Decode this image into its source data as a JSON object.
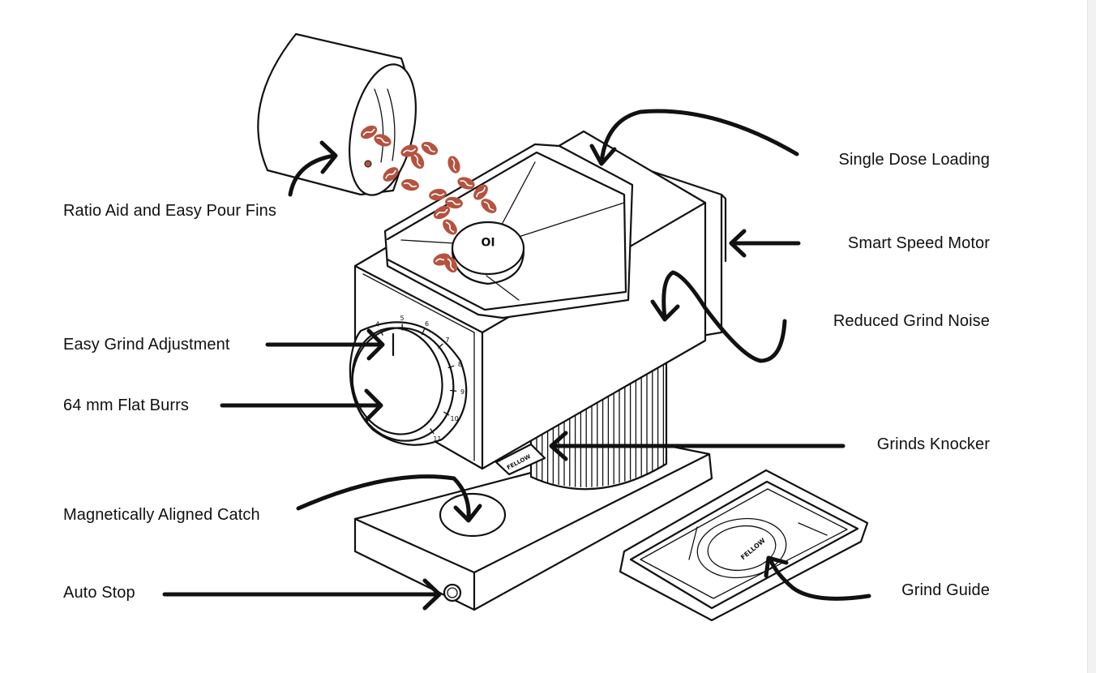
{
  "labels": {
    "ratio_aid": "Ratio Aid and Easy Pour Fins",
    "grind_adjustment": "Easy Grind Adjustment",
    "flat_burrs": "64 mm Flat Burrs",
    "aligned_catch": "Magnetically Aligned Catch",
    "auto_stop": "Auto Stop",
    "single_dose": "Single Dose Loading",
    "speed_motor": "Smart Speed Motor",
    "grind_noise": "Reduced Grind Noise",
    "grinds_knocker": "Grinds Knocker",
    "grind_guide": "Grind Guide"
  },
  "brand": {
    "knocker_text": "FELLOW",
    "guide_text": "FELLOW",
    "lid_logo": "IO"
  },
  "dial_ticks": [
    "4",
    "5",
    "6",
    "7",
    "8",
    "9",
    "10",
    "11"
  ],
  "colors": {
    "ink": "#111111",
    "bean": "#b5533f",
    "bean_crease": "#ffffff",
    "background": "#ffffff"
  }
}
